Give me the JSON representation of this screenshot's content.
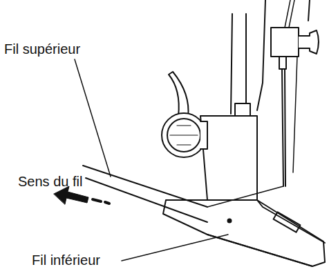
{
  "diagram": {
    "labels": [
      "Fil supérieur",
      "Sens du fil",
      "Fil inférieur"
    ]
  }
}
